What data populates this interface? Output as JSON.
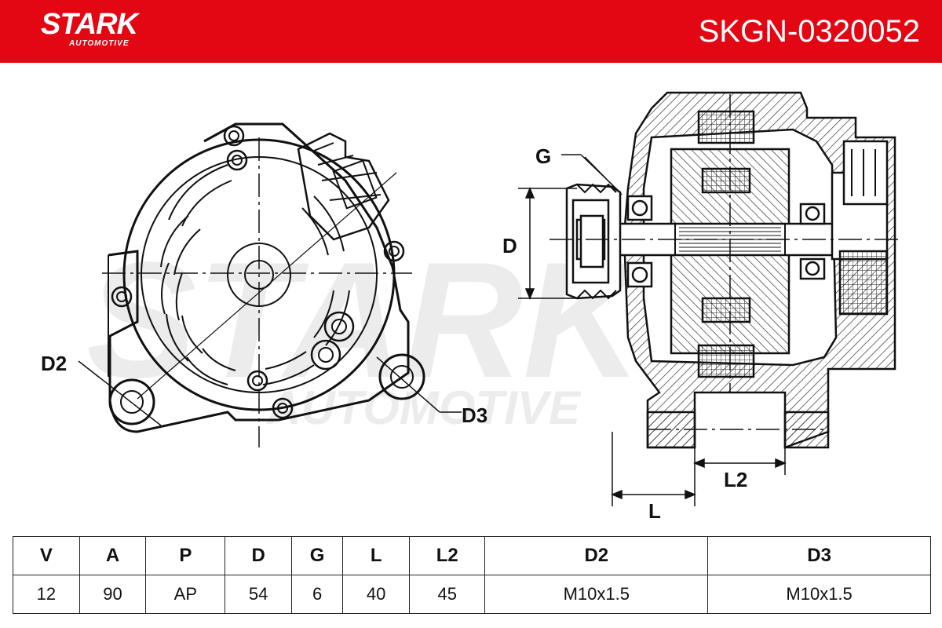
{
  "brand": {
    "name": "STARK",
    "sub": "AUTOMOTIVE",
    "color": "#e30613"
  },
  "part_number": "SKGN-0320052",
  "drawing_labels": {
    "g": "G",
    "d": "D",
    "d2": "D2",
    "d3": "D3",
    "l": "L",
    "l2": "L2"
  },
  "specs": {
    "headers": [
      "V",
      "A",
      "P",
      "D",
      "G",
      "L",
      "L2",
      "D2",
      "D3"
    ],
    "values": [
      "12",
      "90",
      "AP",
      "54",
      "6",
      "40",
      "45",
      "M10x1.5",
      "M10x1.5"
    ]
  }
}
